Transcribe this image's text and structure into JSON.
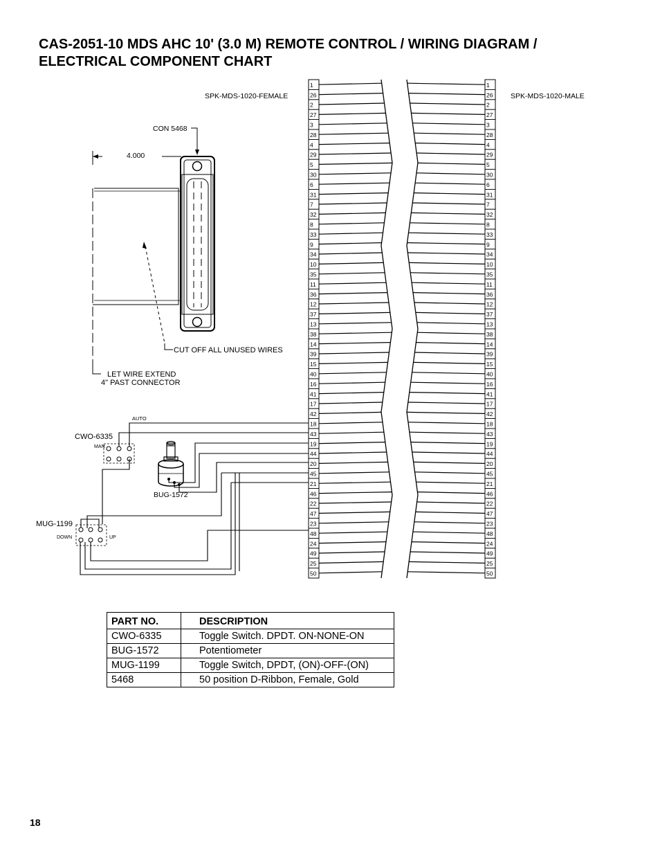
{
  "title": {
    "line1": "CAS-2051-10 MDS AHC 10' (3.0 M) REMOTE CONTROL / WIRING DIAGRAM /",
    "line2": "ELECTRICAL COMPONENT CHART"
  },
  "diagram": {
    "female_connector_label": "SPK-MDS-1020-FEMALE",
    "male_connector_label": "SPK-MDS-1020-MALE",
    "connector_label": "CON 5468",
    "dimension_label": "4.000",
    "note_cut_wires": "CUT OFF ALL UNUSED WIRES",
    "note_extend_line1": "LET WIRE EXTEND",
    "note_extend_line2": "4\" PAST CONNECTOR",
    "switch1_label": "CWO-6335",
    "switch1_auto_label": "AUTO",
    "switch1_man_label": "MAN",
    "pot_label": "BUG-1572",
    "switch2_label": "MUG-1199",
    "switch2_down_label": "DOWN",
    "switch2_up_label": "UP",
    "pins": [
      "1",
      "26",
      "2",
      "27",
      "3",
      "28",
      "4",
      "29",
      "5",
      "30",
      "6",
      "31",
      "7",
      "32",
      "8",
      "33",
      "9",
      "34",
      "10",
      "35",
      "11",
      "36",
      "12",
      "37",
      "13",
      "38",
      "14",
      "39",
      "15",
      "40",
      "16",
      "41",
      "17",
      "42",
      "18",
      "43",
      "19",
      "44",
      "20",
      "45",
      "21",
      "46",
      "22",
      "47",
      "23",
      "48",
      "24",
      "49",
      "25",
      "50"
    ]
  },
  "component_chart": {
    "headers": [
      "PART NO.",
      "DESCRIPTION"
    ],
    "rows": [
      {
        "part": "CWO-6335",
        "description": "Toggle Switch. DPDT. ON-NONE-ON"
      },
      {
        "part": "BUG-1572",
        "description": "Potentiometer"
      },
      {
        "part": "MUG-1199",
        "description": "Toggle Switch, DPDT, (ON)-OFF-(ON)"
      },
      {
        "part": "5468",
        "description": "50 position D-Ribbon, Female, Gold"
      }
    ]
  },
  "page_number": "18"
}
